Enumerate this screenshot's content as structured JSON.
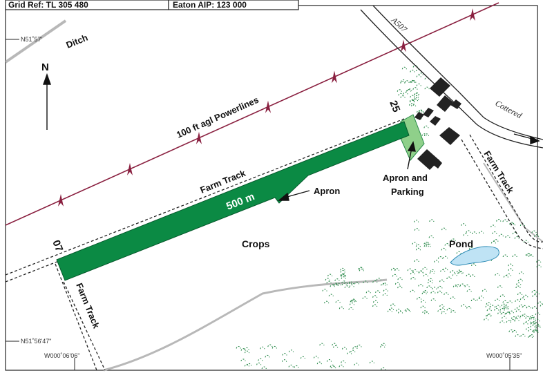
{
  "header": {
    "left": "Grid Ref: TL 305 480",
    "right": "Eaton AIP: 123 000"
  },
  "runway": {
    "length_label": "500 m",
    "end_west": "07",
    "end_east": "25"
  },
  "labels": {
    "north": "N",
    "ditch": "Ditch",
    "powerlines": "100 ft agl Powerlines",
    "farm_track_top": "Farm Track",
    "farm_track_right": "Farm Track",
    "farm_track_left": "Farm Track",
    "apron": "Apron",
    "apron_parking_line1": "Apron and",
    "apron_parking_line2": "Parking",
    "crops": "Crops",
    "pond": "Pond",
    "road_a507": "A507",
    "road_cottered": "Cottered"
  },
  "coordinates": {
    "lat_top": "N51˚57'",
    "lat_bottom": "N51˚56'47\"",
    "lon_left": "W000˚06'06\"",
    "lon_right": "W000˚05'35\""
  },
  "colors": {
    "runway": "#0b8a44",
    "apron_parking": "#8fd08a",
    "powerline": "#8a2040",
    "track": "#222222",
    "boundary_grey": "#b8b8b8",
    "woodland": "#2a8a4a",
    "pond": "#bfe3f5",
    "buildings": "#222222"
  }
}
